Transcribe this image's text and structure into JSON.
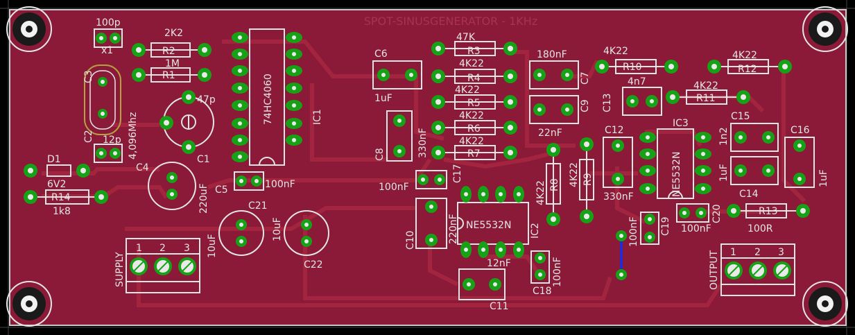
{
  "board": {
    "title": "SPOT-SINUSGENERATOR - 1KHz",
    "colors": {
      "board": "#8a1a38",
      "trace": "#a3243f",
      "pad": "#17a117",
      "silk": "#e6e6e6",
      "background": "#000000"
    }
  },
  "labels": {
    "c_100p": "100p",
    "x1": "x1",
    "r2_val": "2K2",
    "r2": "R2",
    "r1_val": "1M",
    "r1": "R1",
    "c_47p": "47p",
    "c1": "C1",
    "c2": "C2",
    "c3": "C3",
    "c_12p": "12p",
    "xtal": "4,096Mhz",
    "c4": "C4",
    "c4_val": "220uF",
    "c5": "C5",
    "c5_val": "100nF",
    "d1": "D1",
    "d1_val": "6V2",
    "r14": "R14",
    "r14_val": "1k8",
    "ic1": "IC1",
    "ic1_type": "74HC4060",
    "c6": "C6",
    "c6_val": "1uF",
    "r3_val": "47K",
    "r3": "R3",
    "r4_val": "4K22",
    "r4": "R4",
    "r5_val": "4K22",
    "r5": "R5",
    "r6_val": "4K22",
    "r6": "R6",
    "r7_val": "4K22",
    "r7": "R7",
    "c7": "C7",
    "c7_val": "180nF",
    "c9": "C9",
    "c9_val": "22nF",
    "c8": "C8",
    "c8_val": "330nF",
    "c17": "C17",
    "c17_val": "100nF",
    "r8_val": "4K22",
    "r8": "R8",
    "r9_val": "4K22",
    "r9": "R9",
    "ic2": "IC2",
    "ic2_type": "NE5532N",
    "c10": "C10",
    "c10_val": "220nF",
    "c11": "C11",
    "c11_val": "12nF",
    "c18": "C18",
    "c18_val": "100nF",
    "c21": "C21",
    "c21_val": "10uF",
    "c22": "C22",
    "c22_val": "10uF",
    "r10_val": "4K22",
    "r10": "R10",
    "c13": "C13",
    "c13_val": "4n7",
    "r11_val": "4K22",
    "r11": "R11",
    "r12_val": "4K22",
    "r12": "R12",
    "c12": "C12",
    "c12_val": "330nF",
    "ic3": "IC3",
    "ic3_type": "NE5532N",
    "c15": "C15",
    "c15_val": "1n2",
    "c14": "C14",
    "c14_val": "1uF",
    "c16": "C16",
    "c16_val": "1uF",
    "c19": "C19",
    "c19_val": "100nF",
    "c20": "C20",
    "c20_val": "100nF",
    "r13": "R13",
    "r13_val": "100R",
    "supply": "SUPPLY",
    "output": "OUTPUT",
    "pin1": "1",
    "pin2": "2",
    "pin3": "3"
  }
}
